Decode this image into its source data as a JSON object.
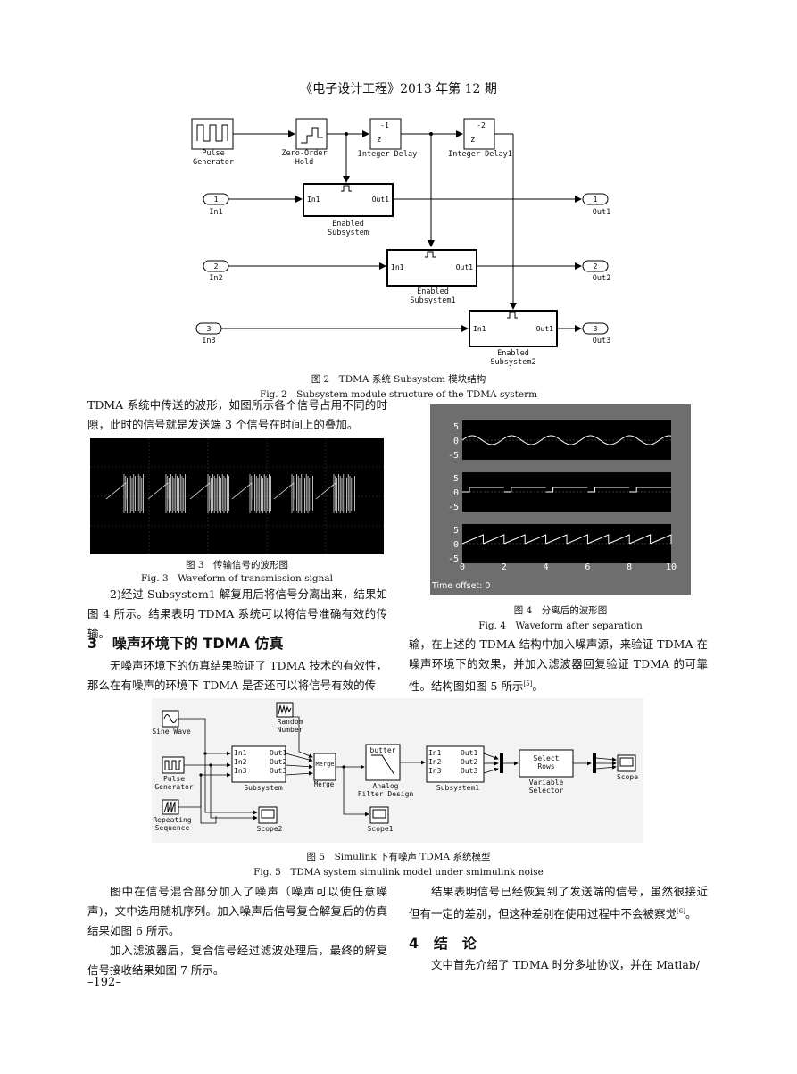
{
  "header": {
    "journal": "《电子设计工程》2013 年第 12 期"
  },
  "fig2": {
    "blocks": {
      "pulse": "Pulse\nGenerator",
      "zoh": "Zero-Order\nHold",
      "idelay_top": "-1",
      "idelay_z": "z",
      "idelay": "Integer Delay",
      "idelay1_top": "-2",
      "idelay1_z": "z",
      "idelay1": "Integer Delay1",
      "sub": "Enabled\nSubsystem",
      "sub1": "Enabled\nSubsystem1",
      "sub2": "Enabled\nSubsystem2",
      "in1_port": "1",
      "in1": "In1",
      "in2_port": "2",
      "in2": "In2",
      "in3_port": "3",
      "in3": "In3",
      "out1_port": "1",
      "out1": "Out1",
      "out2_port": "2",
      "out2": "Out2",
      "out3_port": "3",
      "out3": "Out3",
      "port_in1": "In1",
      "port_out1": "Out1"
    },
    "caption_cn": "图 2　TDMA 系统 Subsystem 模块结构",
    "caption_en": "Fig. 2　Subsystem module structure of the TDMA systerm"
  },
  "left_text_1": "TDMA 系统中传送的波形，如图所示各个信号占用不同的时隙，此时的信号就是发送端 3 个信号在时间上的叠加。",
  "fig3": {
    "caption_cn": "图 3　传输信号的波形图",
    "caption_en": "Fig. 3　Waveform of transmission signal"
  },
  "left_text_2": "2)经过 Subsystem1 解复用后将信号分离出来，结果如图 4 所示。结果表明 TDMA 系统可以将信号准确有效的传输。",
  "section3": {
    "number": "3",
    "title": "噪声环境下的 TDMA 仿真",
    "para": "无噪声环境下的仿真结果验证了 TDMA 技术的有效性，那么在有噪声的环境下 TDMA 是否还可以将信号有效的传"
  },
  "fig4": {
    "yticks": [
      "5",
      "0",
      "-5"
    ],
    "xticks": [
      "0",
      "2",
      "4",
      "6",
      "8",
      "10"
    ],
    "time_offset": "Time offset:  0",
    "caption_cn": "图 4　分离后的波形图",
    "caption_en": "Fig. 4　Waveform after separation"
  },
  "right_text_1": "输，在上述的 TDMA 结构中加入噪声源，来验证 TDMA 在噪声环境下的效果，并加入滤波器回复验证 TDMA 的可靠性。结构图如图 5 所示",
  "right_text_1_ref": "[5]",
  "right_text_1_end": "。",
  "fig5": {
    "sine": "Sine Wave",
    "random": "Random\nNumber",
    "pulse": "Pulse\nGenerator",
    "repeating": "Repeating\nSequence",
    "subsystem": "Subsystem",
    "merge": "Merge",
    "merge_label": "Merge",
    "butter": "butter",
    "analog": "Analog\nFilter Design",
    "subsystem1": "Subsystem1",
    "select_rows": "Select\nRows",
    "variable_selector": "Variable\nSelector",
    "scope": "Scope",
    "scope1": "Scope1",
    "scope2": "Scope2",
    "p_in1": "In1",
    "p_in2": "In2",
    "p_in3": "In3",
    "p_out1": "Out1",
    "p_out2": "Out2",
    "p_out3": "Out3",
    "caption_cn": "图 5　Simulink 下有噪声 TDMA 系统模型",
    "caption_en": "Fig. 5　TDMA system simulink model under smimulink noise"
  },
  "bottom_left_1": "图中在信号混合部分加入了噪声（噪声可以使任意噪声)，文中选用随机序列。加入噪声后信号复合解复后的仿真结果如图 6 所示。",
  "bottom_left_2": "加入滤波器后，复合信号经过滤波处理后，最终的解复信号接收结果如图 7 所示。",
  "bottom_right_1": "结果表明信号已经恢复到了发送端的信号，虽然很接近但有一定的差别，但这种差别在使用过程中不会被察觉",
  "bottom_right_1_ref": "[6]",
  "bottom_right_1_end": "。",
  "section4": {
    "number": "4",
    "title": "结　论"
  },
  "bottom_right_2": "文中首先介绍了 TDMA 时分多址协议，并在 Matlab/",
  "page_number": "–192–"
}
